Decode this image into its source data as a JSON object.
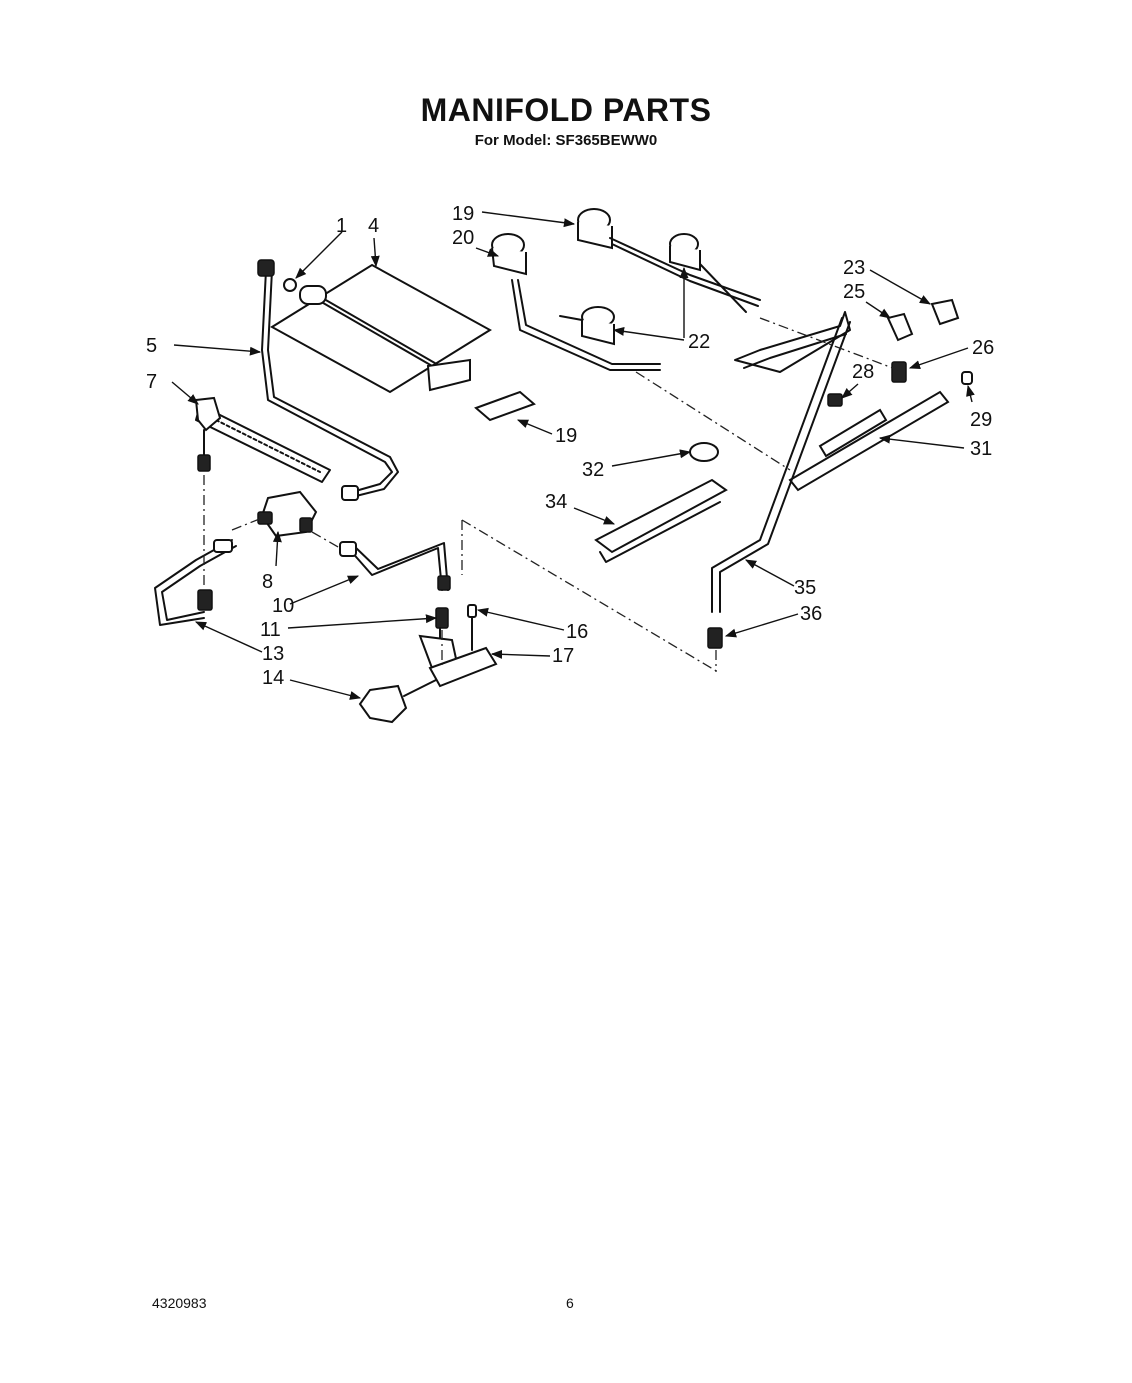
{
  "header": {
    "title": "MANIFOLD PARTS",
    "subtitle": "For Model: SF365BEWW0"
  },
  "footer": {
    "doc_number": "4320983",
    "page_number": "6"
  },
  "callouts": [
    "1",
    "4",
    "5",
    "7",
    "8",
    "10",
    "11",
    "13",
    "14",
    "16",
    "17",
    "19",
    "19",
    "20",
    "22",
    "23",
    "25",
    "26",
    "28",
    "29",
    "31",
    "32",
    "34",
    "35",
    "36"
  ]
}
